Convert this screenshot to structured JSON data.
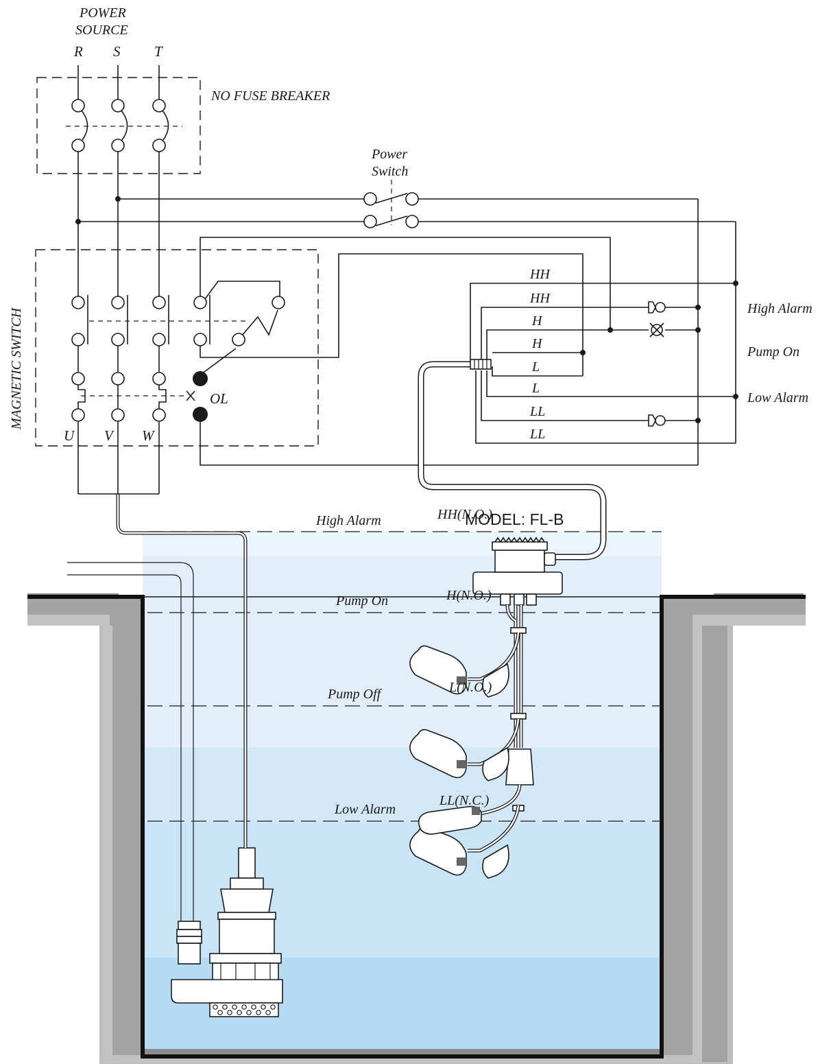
{
  "power_source": {
    "line1": "POWER",
    "line2": "SOURCE",
    "phases": [
      "R",
      "S",
      "T"
    ]
  },
  "breaker": {
    "label": "NO FUSE BREAKER"
  },
  "power_switch": {
    "line1": "Power",
    "line2": "Switch"
  },
  "magnetic_switch": {
    "label": "MAGNETIC SWITCH",
    "overload": "OL",
    "outputs": [
      "U",
      "V",
      "W"
    ]
  },
  "wires": {
    "hh1": "HH",
    "hh2": "HH",
    "h1": "H",
    "h2": "H",
    "l1": "L",
    "l2": "L",
    "ll1": "LL",
    "ll2": "LL"
  },
  "outputs": {
    "high_alarm": "High Alarm",
    "pump_on": "Pump On",
    "low_alarm": "Low Alarm"
  },
  "model": "MODEL: FL-B",
  "levels": [
    {
      "name": "High Alarm",
      "switch": "HH(N.O.)"
    },
    {
      "name": "Pump On",
      "switch": "H(N.O.)"
    },
    {
      "name": "Pump  Off",
      "switch": "L(N.O.)"
    },
    {
      "name": "Low Alarm",
      "switch": "LL(N.C.)"
    }
  ],
  "colors": {
    "water_deep": "#b5dcf3",
    "water_mid": "#cde6f6",
    "water_light": "#dcedf9",
    "water_top": "#ecf4fc",
    "wall_dark": "#8c8c8c",
    "wall_light": "#bdbdbd",
    "line": "#1a1a1a"
  }
}
